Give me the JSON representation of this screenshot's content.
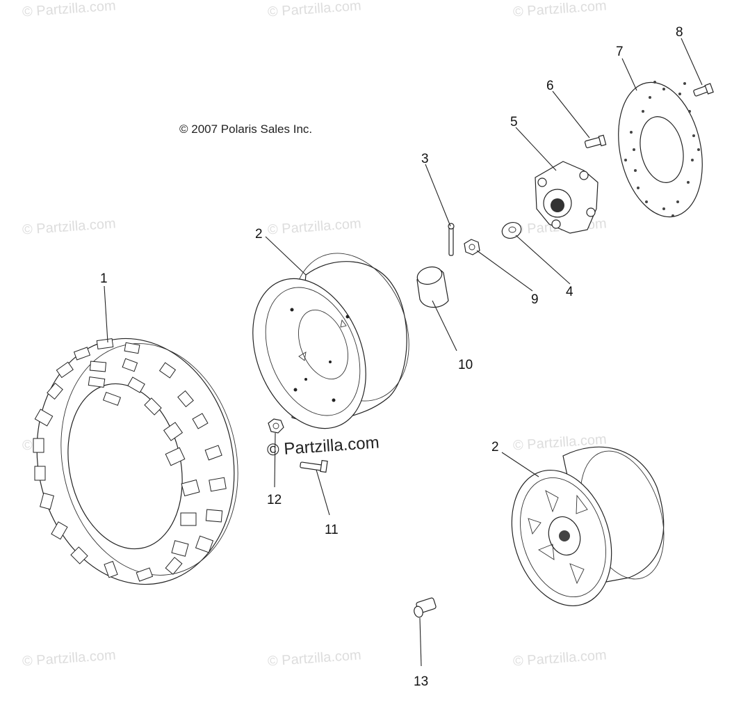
{
  "copyright": "© 2007 Polaris Sales Inc.",
  "center_watermark": "© Partzilla.com",
  "watermarks": [
    "© Partzilla.com",
    "© Partzilla.com",
    "© Partzilla.com",
    "© Partzilla.com",
    "© Partzilla.com",
    "© Partzilla.com",
    "© Partzilla.com",
    "© Partzilla.com",
    "© Partzilla.com",
    "© Partzilla.com",
    "© Partzilla.com"
  ],
  "callouts": [
    "1",
    "2",
    "3",
    "4",
    "5",
    "6",
    "7",
    "8",
    "9",
    "10",
    "11",
    "12",
    "13",
    "2"
  ]
}
